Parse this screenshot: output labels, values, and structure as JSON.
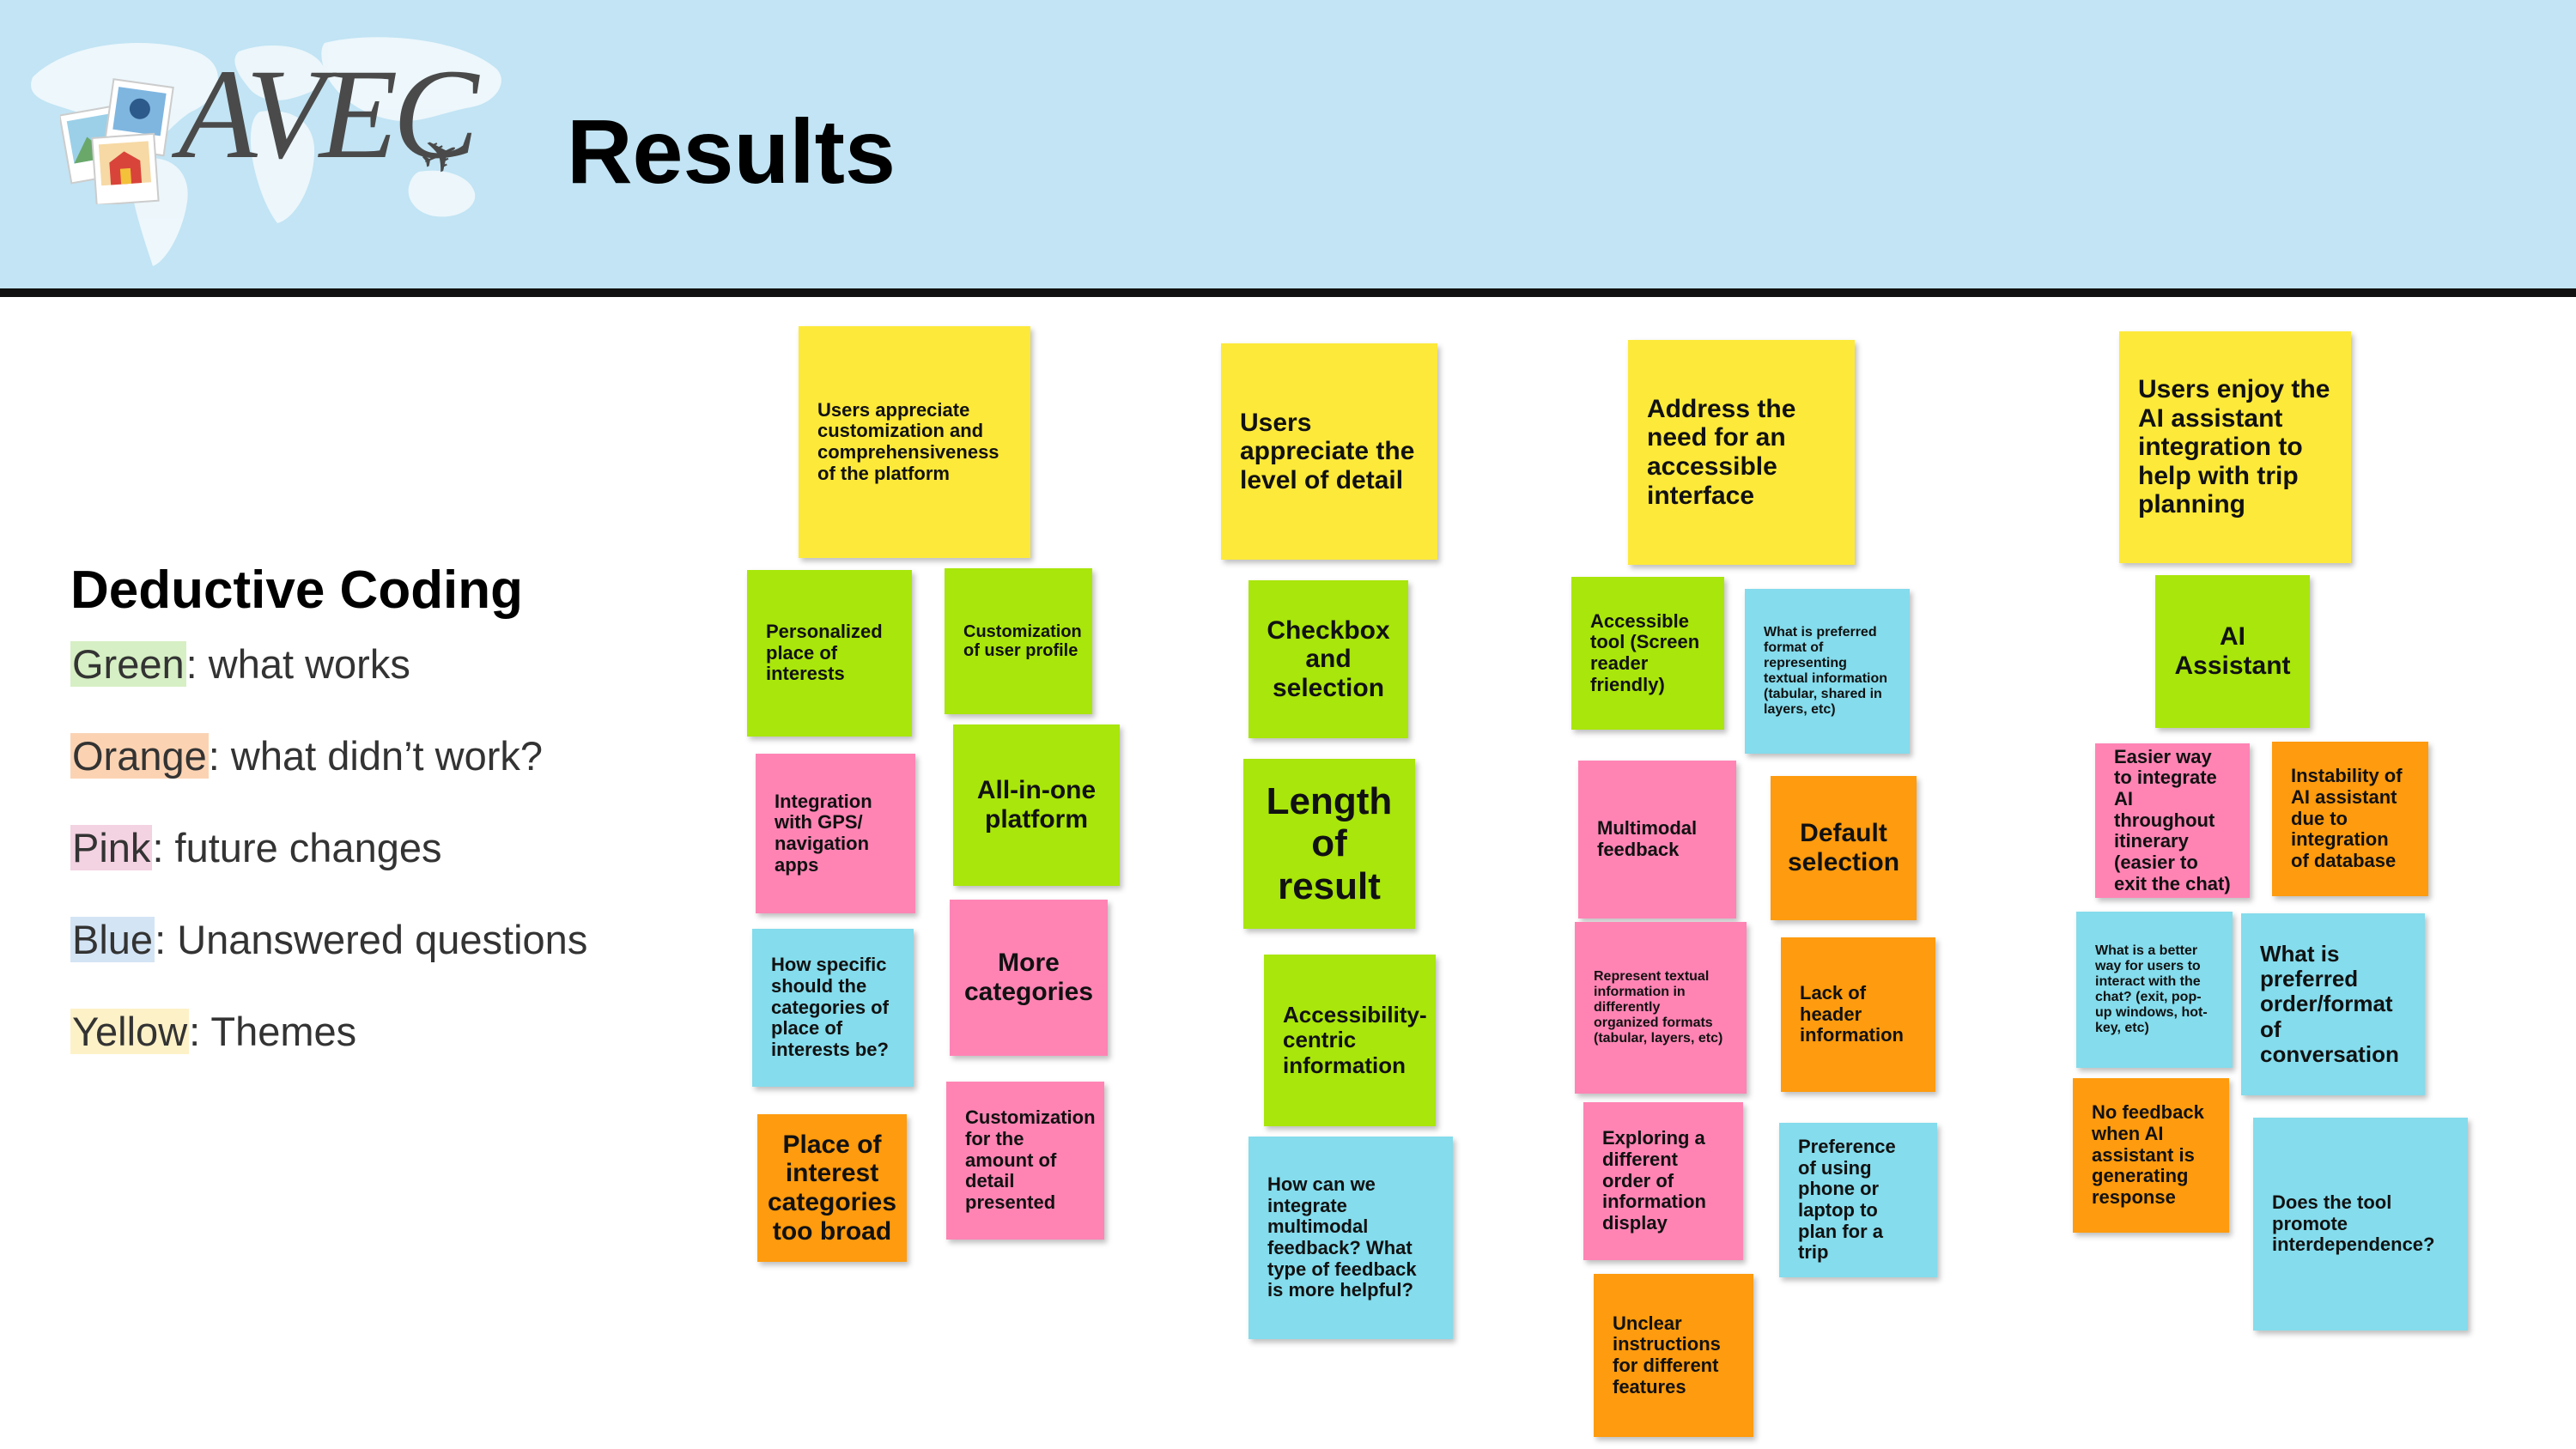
{
  "header": {
    "logo_text": "AVEC",
    "title": "Results"
  },
  "legend": {
    "title": "Deductive Coding",
    "items": [
      {
        "color_name": "Green",
        "description": ": what works",
        "color": "#d6efc4"
      },
      {
        "color_name": "Orange",
        "description": ": what didn’t work?",
        "color": "#fbd3b3"
      },
      {
        "color_name": "Pink",
        "description": ": future changes",
        "color": "#f3d2e1"
      },
      {
        "color_name": "Blue",
        "description": ": Unanswered questions",
        "color": "#d3e4f5"
      },
      {
        "color_name": "Yellow",
        "description": ": Themes",
        "color": "#fdf1c7"
      }
    ]
  },
  "board": {
    "columns": [
      {
        "theme": "Users appreciate customization and comprehensiveness of the platform",
        "notes": [
          {
            "text": "Personalized place of interests",
            "color": "green"
          },
          {
            "text": "Customization of user profile",
            "color": "green"
          },
          {
            "text": "Integration with GPS/ navigation apps",
            "color": "pink"
          },
          {
            "text": "All-in-one platform",
            "color": "green"
          },
          {
            "text": "More categories",
            "color": "pink"
          },
          {
            "text": "How specific should the categories of place of interests be?",
            "color": "blue"
          },
          {
            "text": "Place of interest categories too broad",
            "color": "orange"
          },
          {
            "text": "Customization for the amount of detail presented",
            "color": "pink"
          }
        ]
      },
      {
        "theme": "Users appreciate the level of detail",
        "notes": [
          {
            "text": "Checkbox and selection",
            "color": "green"
          },
          {
            "text": "Length of result",
            "color": "green"
          },
          {
            "text": "Accessibility-centric information",
            "color": "green"
          },
          {
            "text": "How can we integrate multimodal feedback? What type of feedback is more helpful?",
            "color": "blue"
          }
        ]
      },
      {
        "theme": "Address the need for an accessible interface",
        "notes": [
          {
            "text": "Accessible tool (Screen reader friendly)",
            "color": "green"
          },
          {
            "text": "What is preferred format of representing textual information (tabular, shared in layers, etc)",
            "color": "blue"
          },
          {
            "text": "Multimodal feedback",
            "color": "pink"
          },
          {
            "text": "Default selection",
            "color": "orange"
          },
          {
            "text": "Represent textual information in differently organized formats (tabular, layers, etc)",
            "color": "pink"
          },
          {
            "text": "Lack of header information",
            "color": "orange"
          },
          {
            "text": "Exploring a different order of information display",
            "color": "pink"
          },
          {
            "text": "Preference of using phone or laptop to plan for a trip",
            "color": "blue"
          },
          {
            "text": "Unclear instructions for different features",
            "color": "orange"
          }
        ]
      },
      {
        "theme": "Users enjoy the AI assistant integration to help with trip planning",
        "notes": [
          {
            "text": "AI Assistant",
            "color": "green"
          },
          {
            "text": "Easier way to integrate AI throughout itinerary (easier to exit the chat)",
            "color": "pink"
          },
          {
            "text": "Instability of AI assistant due to integration of database",
            "color": "orange"
          },
          {
            "text": "What is a better way for users to interact with the chat? (exit, pop-up windows, hot-key, etc)",
            "color": "blue"
          },
          {
            "text": "What is preferred order/format of conversation",
            "color": "blue"
          },
          {
            "text": "No feedback when AI assistant is generating response",
            "color": "orange"
          },
          {
            "text": "Does the tool promote interdependence?",
            "color": "blue"
          }
        ]
      }
    ]
  }
}
